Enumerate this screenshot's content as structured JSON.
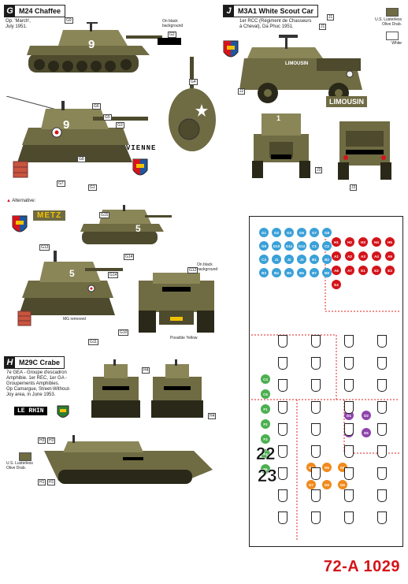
{
  "sections": {
    "g": {
      "letter": "G",
      "title": "M24 Chaffee",
      "desc": [
        "Op. 'March',",
        "July 1951."
      ],
      "tags": [
        "G9",
        "G2",
        "G4",
        "G6",
        "G5",
        "G3",
        "G7",
        "G8",
        "G1"
      ],
      "black_bg_note": [
        "On black",
        "background"
      ],
      "number": "9",
      "plate": "VIENNE"
    },
    "j": {
      "letter": "J",
      "title": "M3A1 White Scout Car",
      "desc": [
        "1er RCC (Régiment de Chasseurs",
        "à Cheval), Da Phuc 1951."
      ],
      "tags": [
        "J1",
        "J1",
        "J2",
        "J3",
        "J3",
        "J3"
      ],
      "plate": "LIMOUSIN",
      "hood_number": "1"
    },
    "alt": {
      "label": "Alternative:",
      "plate": "METZ",
      "number": "5",
      "tags": [
        "G15",
        "G14",
        "G13",
        "G14",
        "G12",
        "G10",
        "G11"
      ],
      "black_bg_note": [
        "On black",
        "background"
      ],
      "mg_note": "MG removed",
      "yellow_note": "Possible Yellow"
    },
    "h": {
      "letter": "H",
      "title": "M29C Crabe",
      "desc": [
        "7e GEA - Groupe d'escadron",
        "Amphibie. 1er REC, 1er GA -",
        "Groupements Amphibies.",
        "Op Camargue, Street-Without-",
        "Joy area, in June 1953."
      ],
      "plate": "LE RHIN",
      "tags": [
        "H4",
        "H4",
        "H3",
        "H3",
        "H1",
        "H1"
      ]
    }
  },
  "swatches": [
    {
      "label": [
        "U.S. Lusterless",
        "Olive Drab."
      ],
      "color": "#6f6b43"
    },
    {
      "label": [
        "White"
      ],
      "color": "#ffffff"
    }
  ],
  "swatch_bottom": {
    "label": [
      "U.S. Lusterless",
      "Olive Drab."
    ]
  },
  "product_code": "72-A 1029",
  "decals": {
    "blue": [
      "G1",
      "G2",
      "G3",
      "G6",
      "G7",
      "G8",
      "G9",
      "G10",
      "G11",
      "G12",
      "C1",
      "C2",
      "C3",
      "J1",
      "J2",
      "J3",
      "B1",
      "B2",
      "B3",
      "B4",
      "B5",
      "B6",
      "B7",
      "B8"
    ],
    "red": [
      "H1",
      "H2",
      "H3",
      "H4",
      "H5",
      "A1",
      "A2",
      "A3",
      "A4",
      "A5",
      "A6",
      "A7",
      "E1",
      "E2",
      "E3",
      "E4"
    ],
    "green": [
      "C4",
      "C5",
      "F1",
      "F2",
      "F3",
      "F4",
      "F5"
    ],
    "purple": [
      "D1",
      "D2",
      "D3",
      "E5",
      "E6"
    ],
    "orange": [
      "D4",
      "D5",
      "D6",
      "D7",
      "D8",
      "D9"
    ],
    "numerals": [
      "22",
      "23"
    ]
  },
  "colors": {
    "olive": "#6f6b43",
    "olive_dark": "#4d4a2d",
    "olive_light": "#8a8658",
    "red": "#d4141a"
  }
}
